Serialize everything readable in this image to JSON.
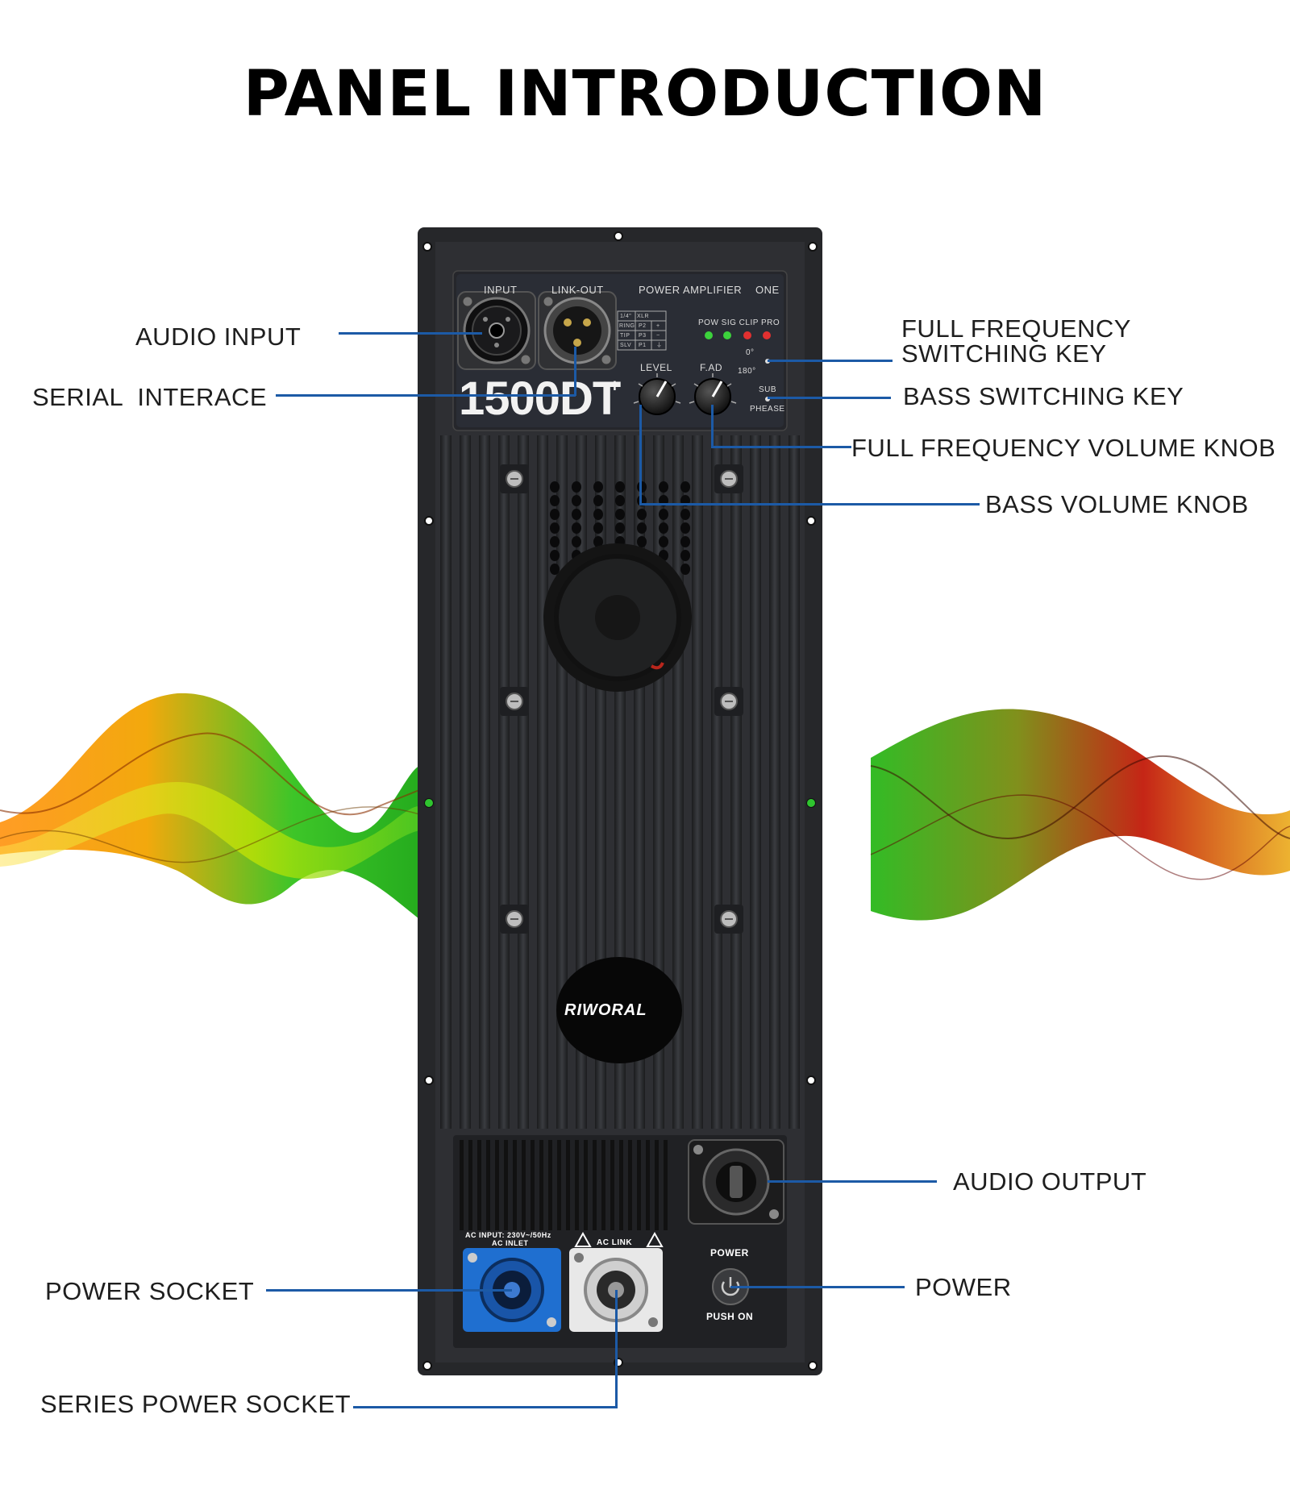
{
  "title": "PANEL INTRODUCTION",
  "panel": {
    "input_label": "INPUT",
    "link_out_label": "LINK-OUT",
    "header_text": "POWER AMPLIFIER",
    "header_one": "ONE",
    "model": "1500DT",
    "model_sup": "+",
    "led_labels": "POW SIG CLIP PRO",
    "level_label": "LEVEL",
    "fad_label": "F.AD",
    "phase_0": "0°",
    "phase_180": "180°",
    "sub_label": "SUB",
    "phase_label": "PHEASE",
    "table": {
      "rows": [
        [
          "1/4\"",
          "XLR"
        ],
        [
          "RING",
          "P2",
          "+"
        ],
        [
          "TIP",
          "P3",
          "−"
        ],
        [
          "SLV",
          "P1",
          "⏚"
        ]
      ]
    },
    "brand": "RIWORAL",
    "ac_input": "AC INPUT: 230V~/50Hz",
    "ac_inlet": "AC INLET",
    "ac_link": "AC LINK",
    "power_label": "POWER",
    "push_on": "PUSH ON",
    "colors": {
      "panel": "#2a2b2e",
      "lead": "#1c5aa6",
      "led_green": "#3cd23c",
      "led_red": "#e23030",
      "powercon_blue": "#1f6fd0"
    }
  },
  "callouts": {
    "audio_input": "AUDIO INPUT",
    "serial_interface": "SERIAL  INTERACE",
    "full_freq_switch": "FULL FREQUENCY\nSWITCHING KEY",
    "bass_switch": "BASS SWITCHING KEY",
    "full_freq_volume": "FULL FREQUENCY VOLUME KNOB",
    "bass_volume": "BASS VOLUME KNOB",
    "audio_output": "AUDIO OUTPUT",
    "power": "POWER",
    "power_socket": "POWER SOCKET",
    "series_power_socket": "SERIES POWER SOCKET"
  }
}
